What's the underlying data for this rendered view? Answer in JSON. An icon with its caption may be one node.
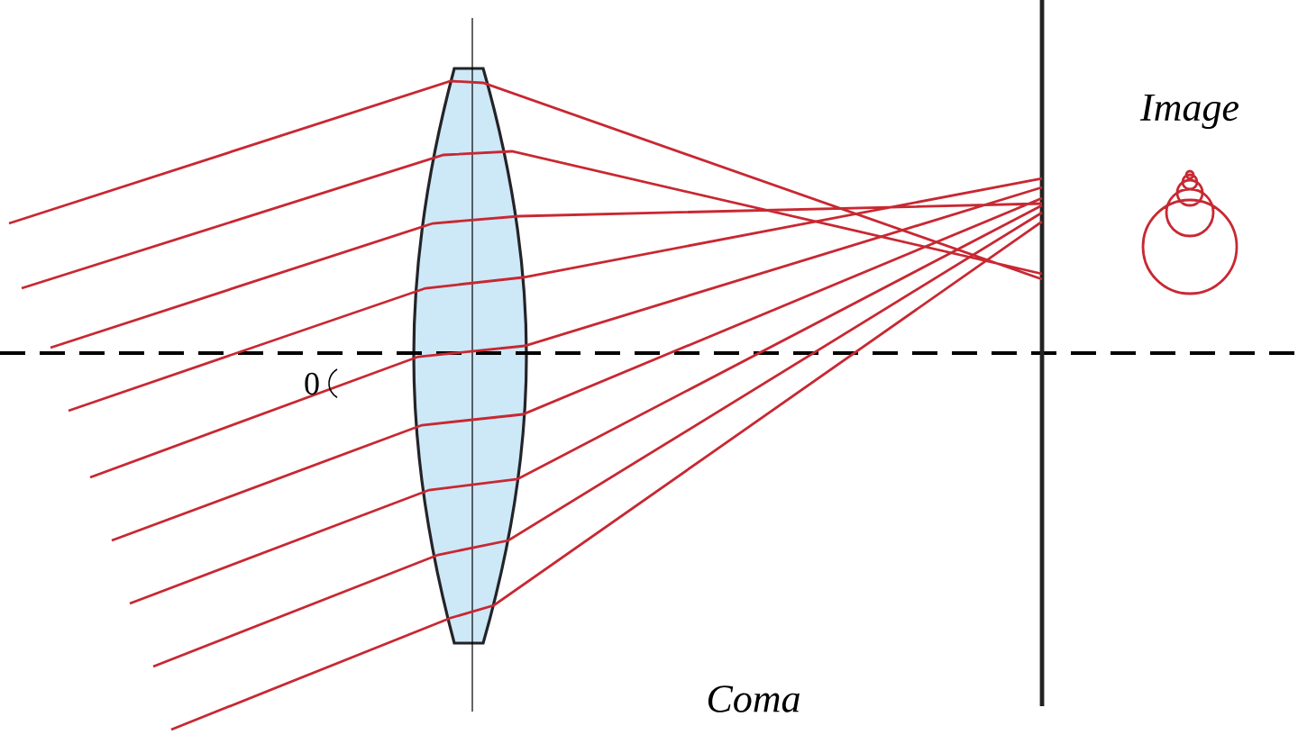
{
  "diagram": {
    "labels": [
      "Image",
      "0",
      "Coma"
    ]
  }
}
